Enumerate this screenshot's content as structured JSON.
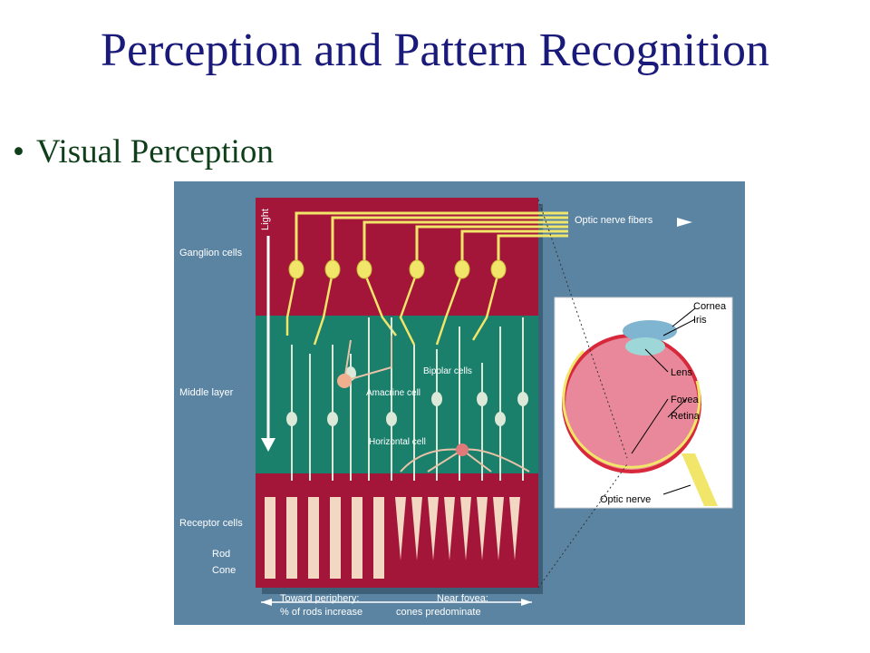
{
  "slide": {
    "title": "Perception and Pattern Recognition",
    "bullet": "Visual Perception"
  },
  "figure": {
    "arrow_label": "Light",
    "layer_labels": {
      "ganglion": "Ganglion cells",
      "middle": "Middle layer",
      "receptor": "Receptor cells",
      "rod": "Rod",
      "cone": "Cone"
    },
    "cell_labels": {
      "optic_fibers": "Optic nerve fibers",
      "bipolar": "Bipolar cells",
      "amacrine": "Amacrine cell",
      "horizontal": "Horizontal cell"
    },
    "eye_labels": {
      "cornea": "Cornea",
      "iris": "Iris",
      "lens": "Lens",
      "fovea": "Fovea",
      "retina": "Retina",
      "optic_nerve": "Optic nerve"
    },
    "bottom_labels": {
      "periphery_line1": "Toward periphery:",
      "periphery_line2": "% of rods increase",
      "fovea_line1": "Near fovea:",
      "fovea_line2": "cones predominate"
    }
  },
  "colors": {
    "title": "#1a1a7a",
    "bullet": "#0f3f1a",
    "background_panel": "#5b84a3",
    "ganglion_layer": "#a3163a",
    "middle_layer": "#1a7f6b",
    "fiber_yellow": "#f2e66a"
  }
}
